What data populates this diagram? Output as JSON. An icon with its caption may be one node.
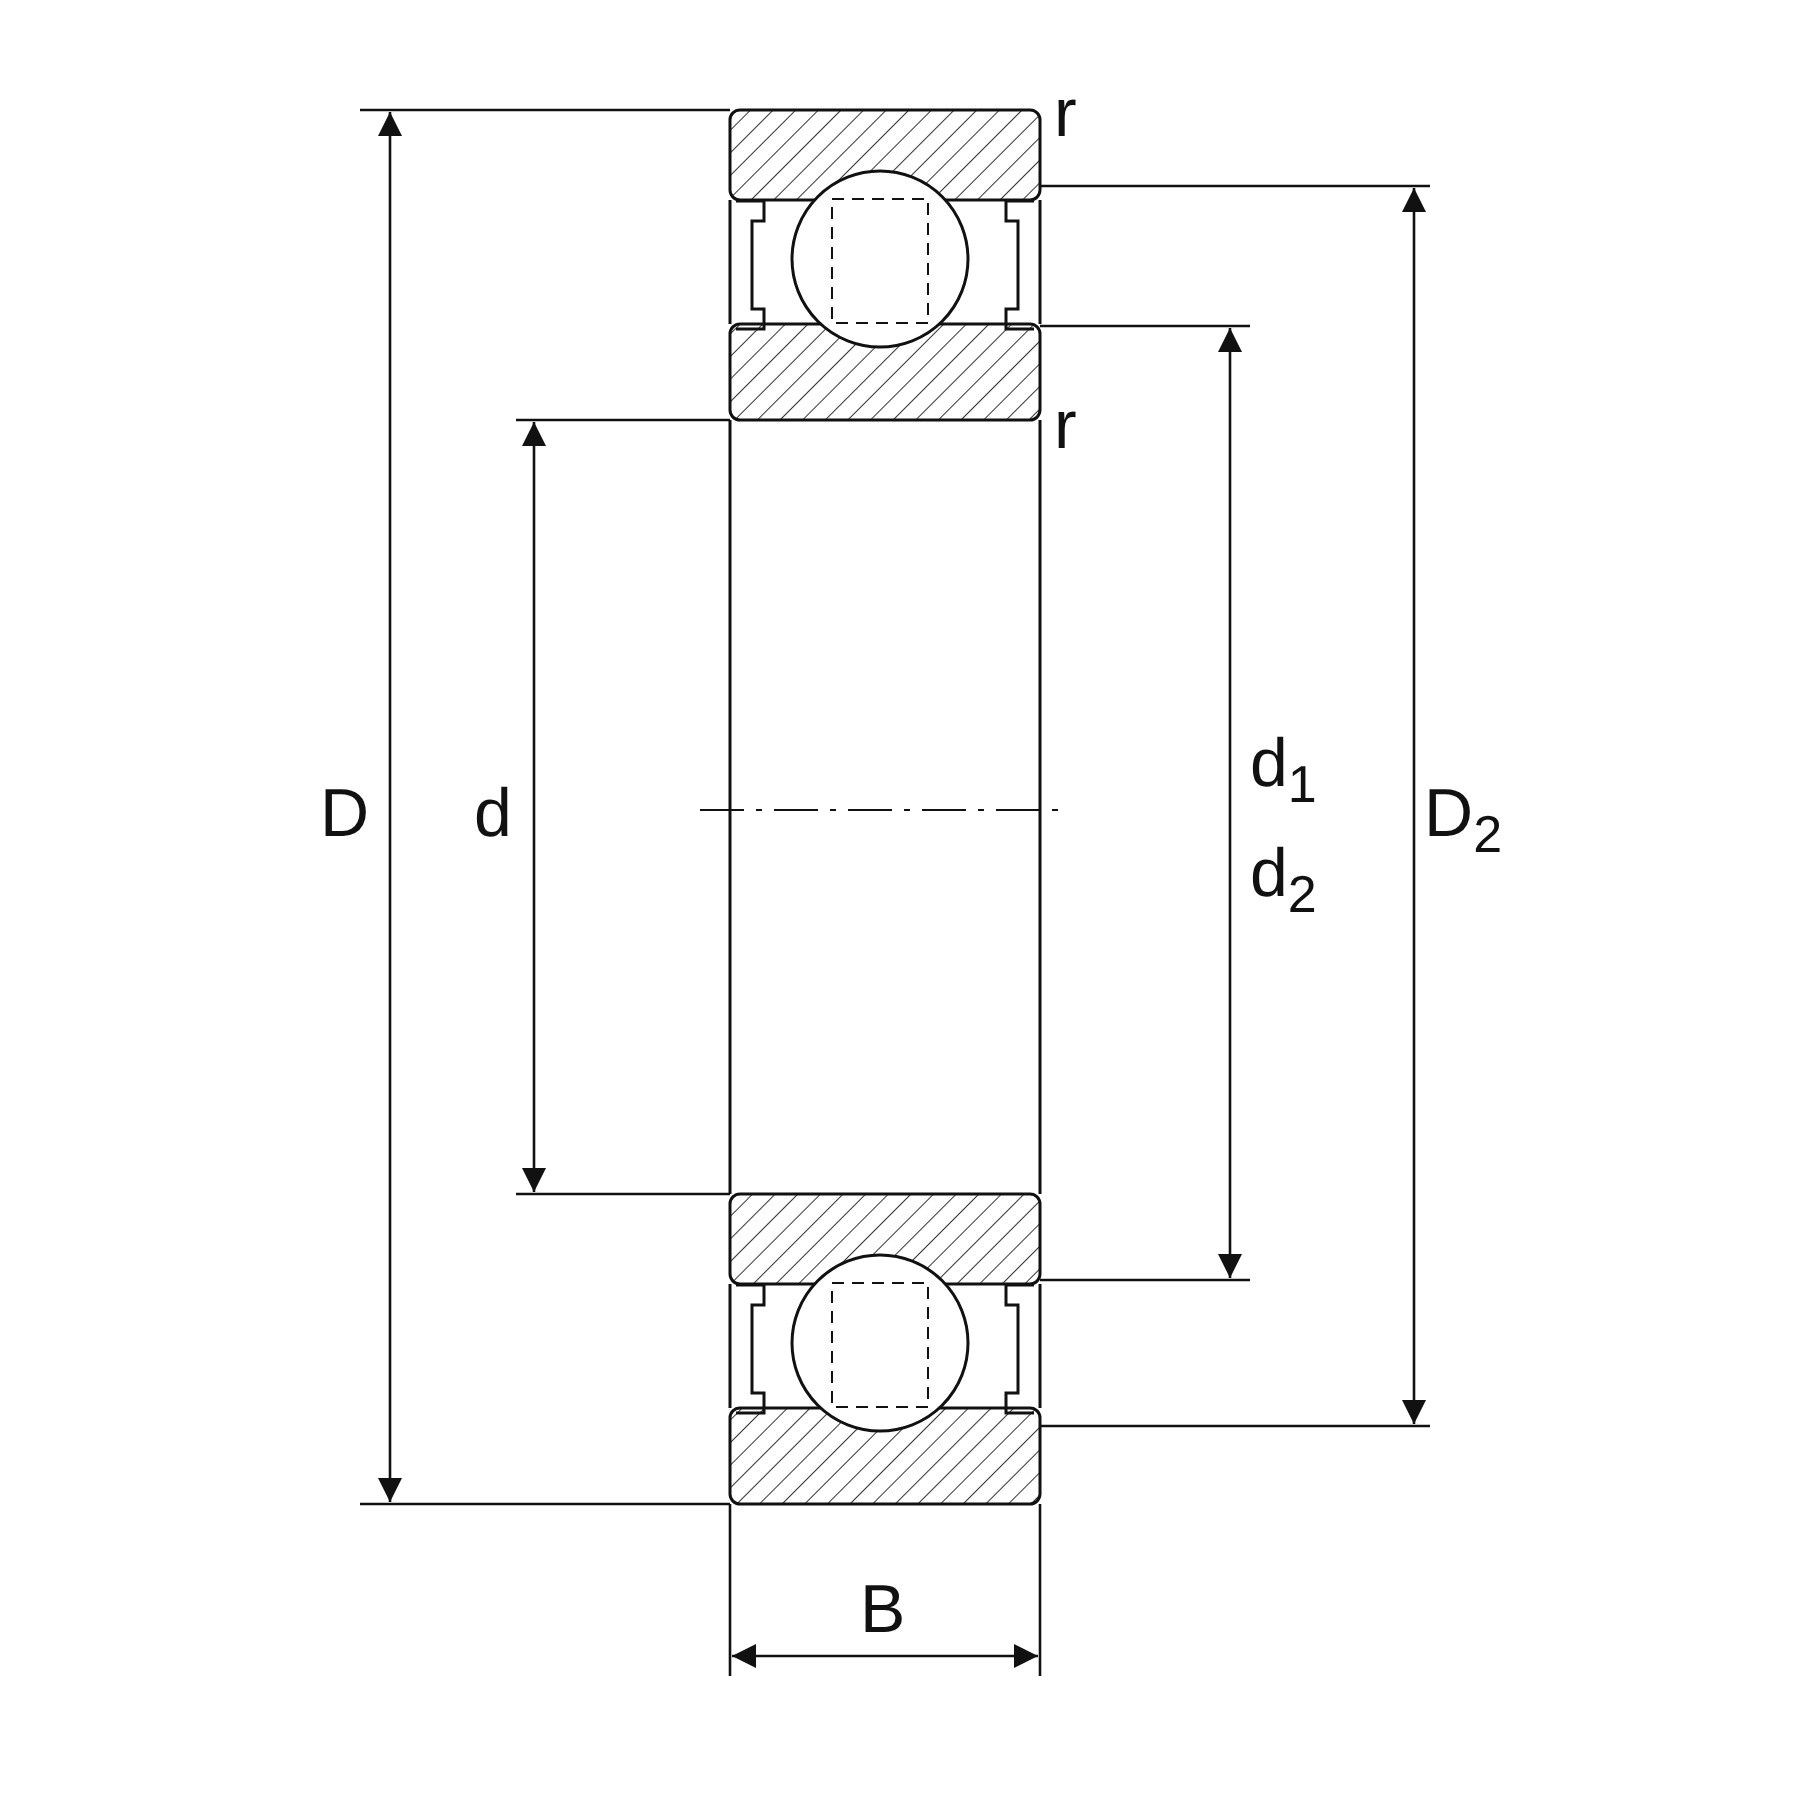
{
  "diagram": {
    "labels": [
      "r",
      "r",
      "D",
      "d",
      "d$_{1}$",
      "D$_{2}$",
      "d$_{2}$",
      "B"
    ]
  }
}
